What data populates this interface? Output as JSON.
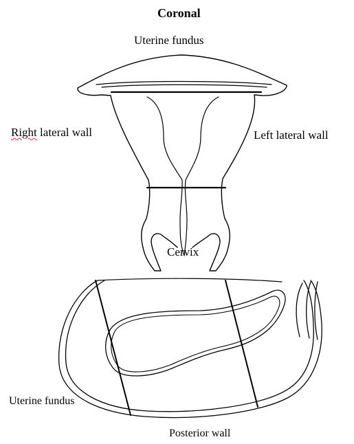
{
  "coronal": {
    "title": "Coronal",
    "fundus_label": "Uterine fundus",
    "right_wall_first_word": "Right",
    "right_wall_rest": " lateral wall",
    "left_wall_label": "Left lateral wall",
    "cervix_label": "Cervix"
  },
  "sagittal": {
    "fundus_label": "Uterine fundus",
    "posterior_label": "Posterior wall"
  }
}
